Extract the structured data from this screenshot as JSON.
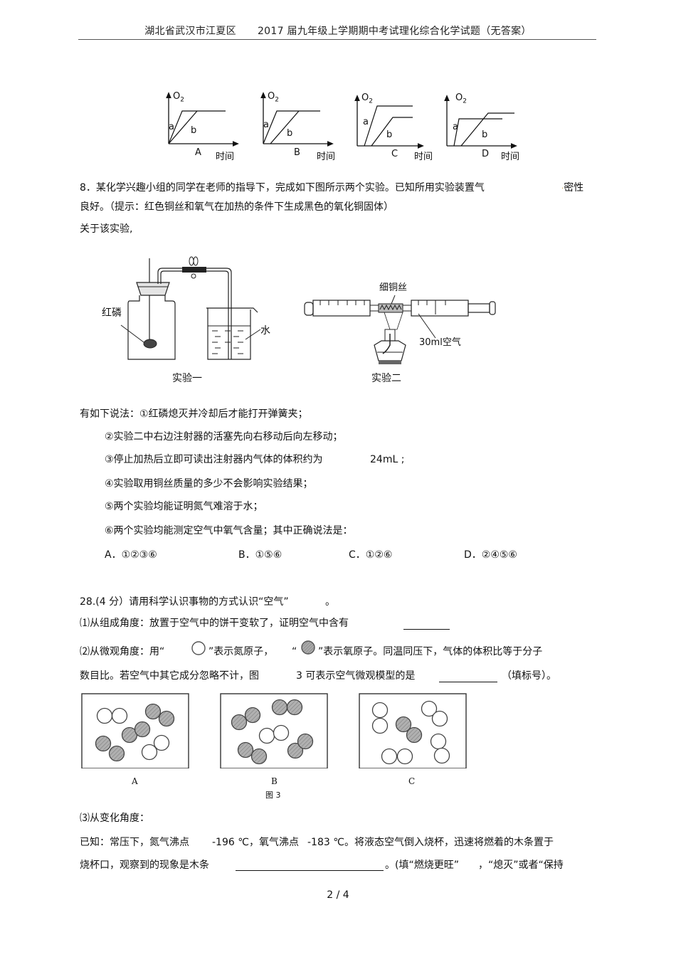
{
  "header": {
    "left": "湖北省武汉市江夏区",
    "right": "2017 届九年级上学期期中考试理化综合化学试题（无答案）"
  },
  "o2_graphs": {
    "y_label": "O",
    "y_sub": "2",
    "x_label": "时间",
    "curve_a": "a",
    "curve_b": "b",
    "options": [
      "A",
      "B",
      "C",
      "D"
    ]
  },
  "q8": {
    "line1": "8．某化学兴趣小组的同学在老师的指导下，完成如下图所示两个实验。已知所用实验装置气",
    "line1_tail": "密性",
    "line2": "良好。（提示：红色铜丝和氧气在加热的条件下生成黑色的氧化铜固体）",
    "line3": "关于该实验,",
    "exp1": {
      "caption": "实验一",
      "label_p": "红磷",
      "label_water": "水"
    },
    "exp2": {
      "caption": "实验二",
      "label_wire": "细铜丝",
      "label_air": "30ml空气"
    },
    "statements_intro": "有如下说法：",
    "statements": [
      "①红磷熄灭并冷却后才能打开弹簧夹；",
      "②实验二中右边注射器的活塞先向右移动后向左移动；",
      "③停止加热后立即可读出注射器内气体的体积约为",
      "④实验取用铜丝质量的多少不会影响实验结果；",
      "⑤两个实验均能证明氮气难溶于水；",
      "⑥两个实验均能测定空气中氧气含量；其中正确说法是："
    ],
    "statement3_value": "24mL ;",
    "choices": [
      {
        "label": "A．",
        "value": "①②③⑥"
      },
      {
        "label": "B．",
        "value": "①⑤⑥"
      },
      {
        "label": "C．",
        "value": "①②⑥"
      },
      {
        "label": "D．",
        "value": "②④⑤⑥"
      }
    ]
  },
  "q28": {
    "title": "28.(4 分）请用科学认识事物的方式认识“空气”",
    "title_end": "。",
    "p1": "⑴从组成角度：放置于空气中的饼干变软了，证明空气中含有",
    "p2_a": "⑵从微观角度：用“",
    "p2_b": "”表示氮原子，",
    "p2_c": "“",
    "p2_d": "”表示氧原子。同温同压下，气体的体积比等于分子",
    "p3_a": "数目比。若空气中其它成分忽略不计，图",
    "p3_b": "3 可表示空气微观模型的是",
    "p3_c": "（填标号）。",
    "figure_caption": "图 3",
    "model_labels": [
      "A",
      "B",
      "C"
    ],
    "p4": "⑶从变化角度：",
    "p5_a": "已知：常压下，氮气沸点",
    "p5_b": "-196 ℃，氧气沸点",
    "p5_c": "-183 ℃。将液态空气倒入烧杯，迅速将燃着的木条置于",
    "p6_a": "烧杯口，观察到的现象是木条",
    "p6_b": "。(填“燃烧更旺”",
    "p6_c": "，“熄灭”或者“保持"
  },
  "footer": {
    "page": "2 / 4"
  }
}
